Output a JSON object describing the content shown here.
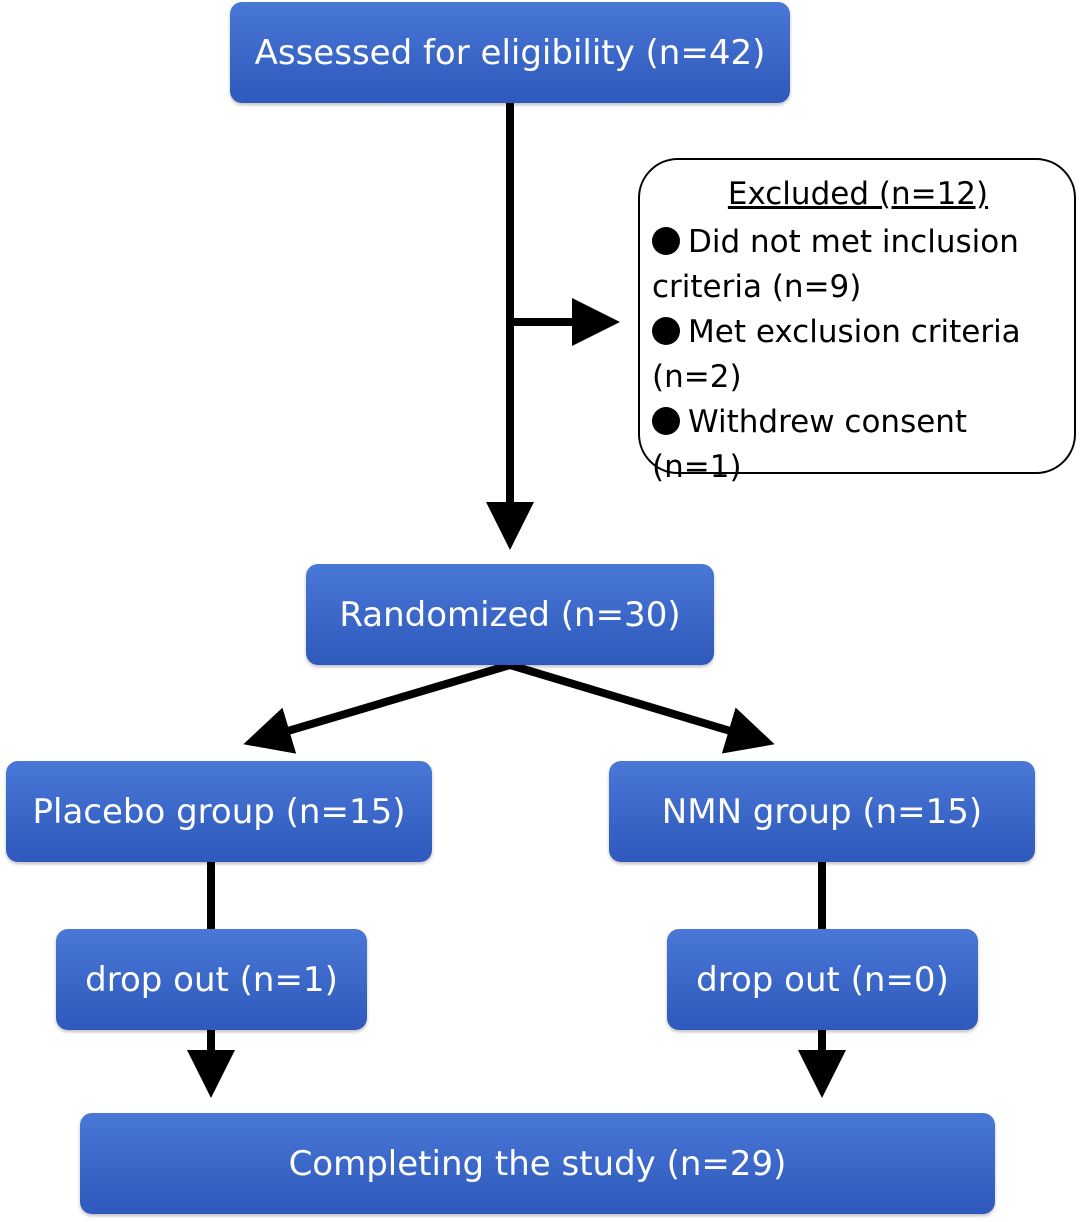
{
  "boxes": {
    "assessed": "Assessed for eligibility (n=42)",
    "randomized": "Randomized (n=30)",
    "placebo": "Placebo group (n=15)",
    "nmn": "NMN group (n=15)",
    "dropout_placebo": "drop out (n=1)",
    "dropout_nmn": "drop out (n=0)",
    "completed": "Completing the study (n=29)"
  },
  "excluded": {
    "title": "Excluded (n=12)",
    "items": [
      "Did not met inclusion criteria (n=9)",
      "Met exclusion criteria (n=2)",
      "Withdrew consent (n=1)"
    ]
  },
  "colors": {
    "box_fill": "#3a66c8",
    "box_text": "#ffffff",
    "connector": "#000000"
  }
}
